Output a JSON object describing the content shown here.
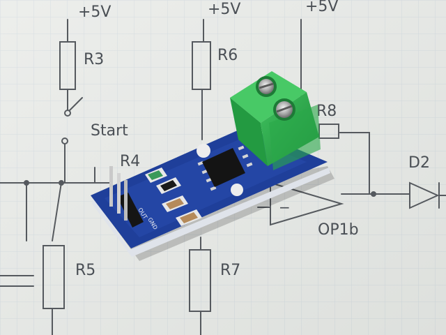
{
  "photo": {
    "subject": "current-sensor-module-on-schematic",
    "colors": {
      "paper": "#e9ebe8",
      "grid": "#c9d3dc",
      "ink": "#4a4f55",
      "pcb": "#1f3f9a",
      "pcb_edge": "#dfe3ea",
      "terminal": "#2ea84c",
      "pins": "#c9c9c9"
    }
  },
  "schematic": {
    "supply_1": "+5V",
    "supply_2": "+5V",
    "supply_3": "+5V",
    "r3": "R3",
    "r6": "R6",
    "r8": "R8",
    "r4": "R4",
    "r5": "R5",
    "r7": "R7",
    "switch": "Start",
    "diode": "D2",
    "opamp": "OP1b",
    "minus": "−"
  },
  "board": {
    "pin_out": "OUT",
    "pin_gnd": "GND"
  }
}
